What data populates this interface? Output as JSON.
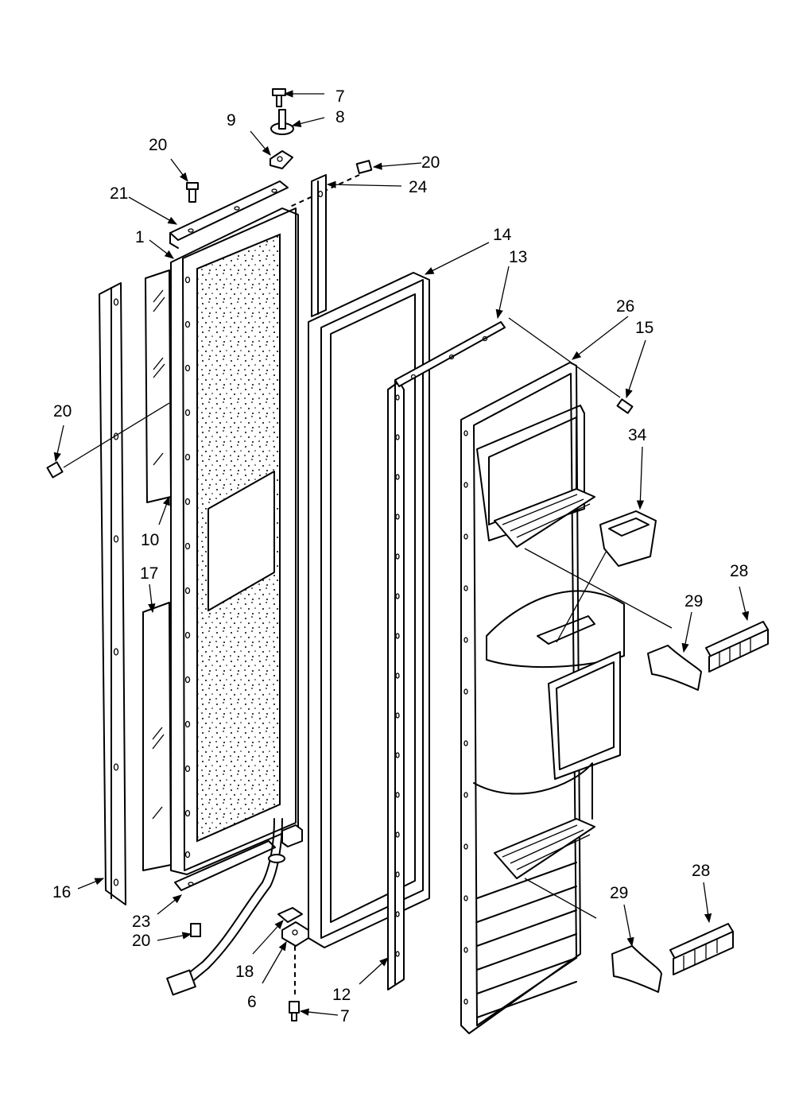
{
  "callouts": [
    {
      "id": "c7a",
      "text": "7"
    },
    {
      "id": "c8",
      "text": "8"
    },
    {
      "id": "c9",
      "text": "9"
    },
    {
      "id": "c20a",
      "text": "20"
    },
    {
      "id": "c20b",
      "text": "20"
    },
    {
      "id": "c21",
      "text": "21"
    },
    {
      "id": "c24",
      "text": "24"
    },
    {
      "id": "c1",
      "text": "1"
    },
    {
      "id": "c14",
      "text": "14"
    },
    {
      "id": "c13",
      "text": "13"
    },
    {
      "id": "c26",
      "text": "26"
    },
    {
      "id": "c15",
      "text": "15"
    },
    {
      "id": "c20c",
      "text": "20"
    },
    {
      "id": "c34",
      "text": "34"
    },
    {
      "id": "c10",
      "text": "10"
    },
    {
      "id": "c17",
      "text": "17"
    },
    {
      "id": "c28a",
      "text": "28"
    },
    {
      "id": "c29a",
      "text": "29"
    },
    {
      "id": "c16",
      "text": "16"
    },
    {
      "id": "c23",
      "text": "23"
    },
    {
      "id": "c20d",
      "text": "20"
    },
    {
      "id": "c18",
      "text": "18"
    },
    {
      "id": "c6",
      "text": "6"
    },
    {
      "id": "c7b",
      "text": "7"
    },
    {
      "id": "c12",
      "text": "12"
    },
    {
      "id": "c29b",
      "text": "29"
    },
    {
      "id": "c28b",
      "text": "28"
    }
  ]
}
